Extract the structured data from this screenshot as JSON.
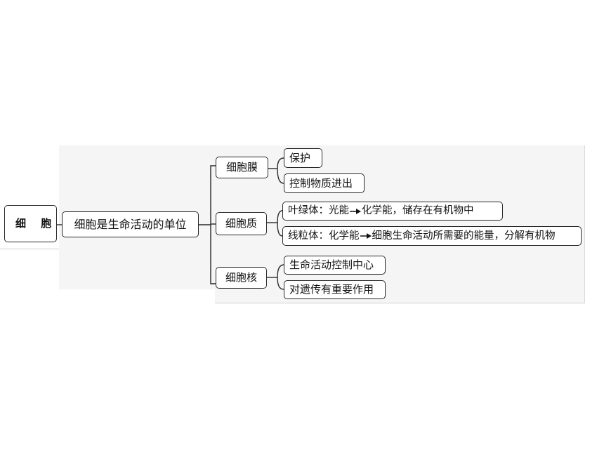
{
  "diagram": {
    "root": "细 胞",
    "definition": "细胞是生命活动的单位",
    "branches": [
      {
        "label": "细胞膜",
        "functions": [
          {
            "text": "保护"
          },
          {
            "text": "控制物质进出"
          }
        ]
      },
      {
        "label": "细胞质",
        "functions": [
          {
            "organelle": "叶绿体：",
            "from": "光能",
            "to": "化学能，储存在有机物中"
          },
          {
            "organelle": "线粒体：",
            "from": "化学能",
            "to": "细胞生命活动所需要的能量，分解有机物"
          }
        ]
      },
      {
        "label": "细胞核",
        "functions": [
          {
            "text": "生命活动控制中心"
          },
          {
            "text": "对遗传有重要作用"
          }
        ]
      }
    ]
  }
}
